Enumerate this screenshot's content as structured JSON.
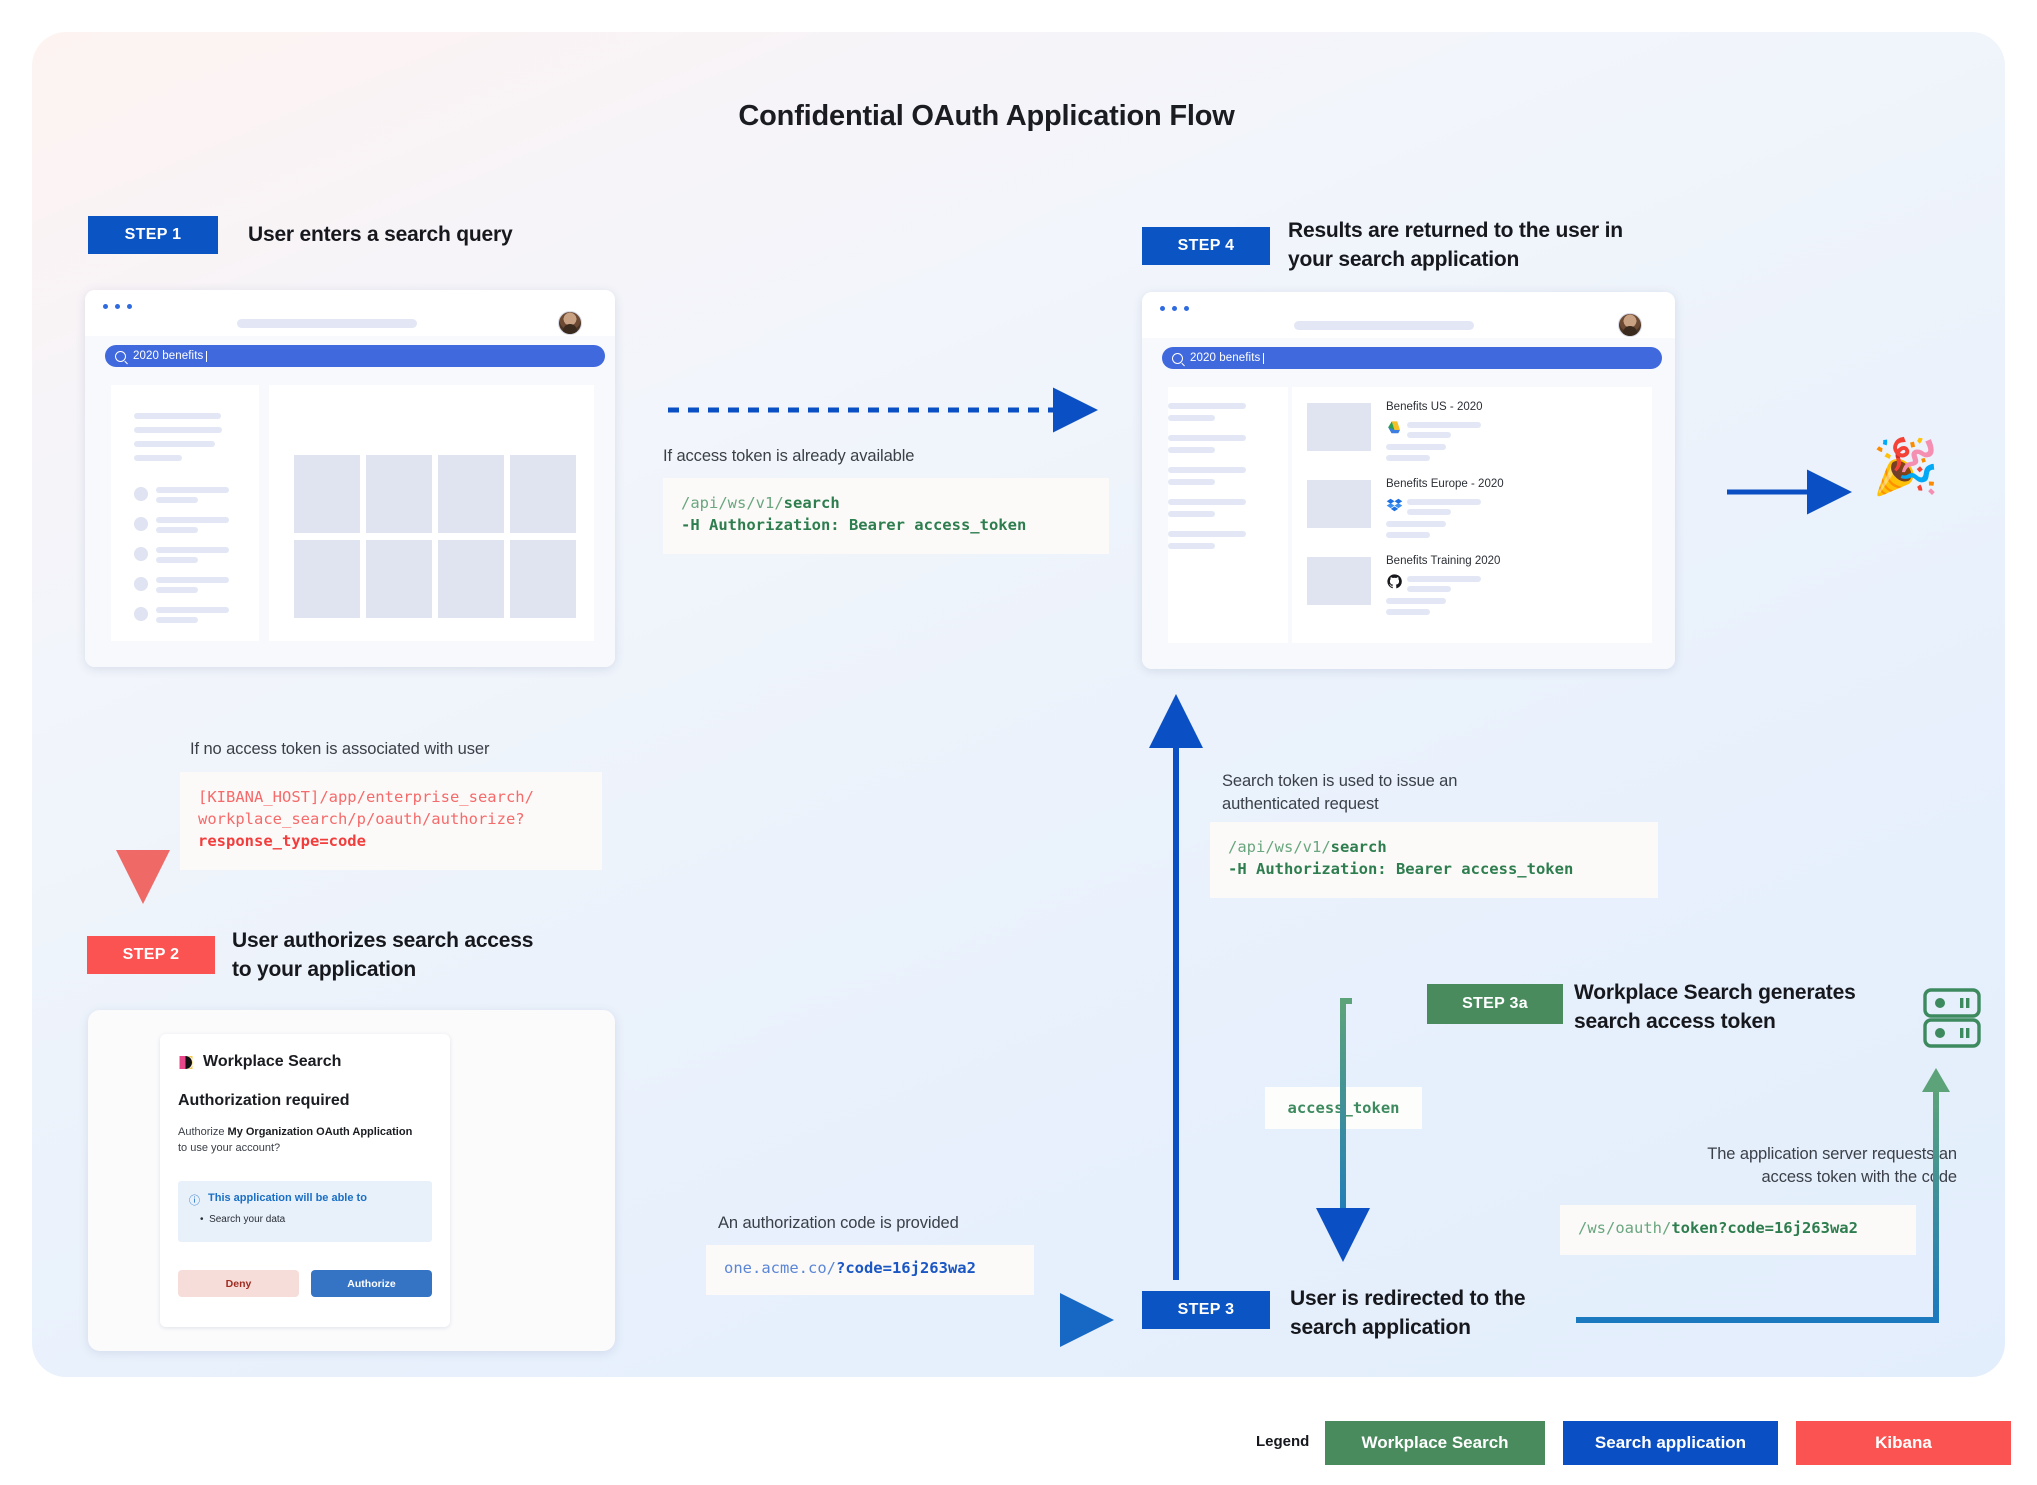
{
  "title": "Confidential OAuth Application Flow",
  "steps": {
    "step1": {
      "badge": "STEP 1",
      "title": "User enters a search query"
    },
    "step2": {
      "badge": "STEP 2",
      "title": "User authorizes search access\nto your application"
    },
    "step3": {
      "badge": "STEP 3",
      "title": "User is redirected to the\nsearch application"
    },
    "step3a": {
      "badge": "STEP 3a",
      "title": "Workplace Search generates\nsearch access token"
    },
    "step4": {
      "badge": "STEP 4",
      "title": "Results are returned to the user in\nyour search application"
    }
  },
  "search": {
    "query": "2020 benefits",
    "icon": "search-icon"
  },
  "results": [
    {
      "title": "Benefits US - 2020",
      "source_icon": "google-drive-icon"
    },
    {
      "title": "Benefits Europe - 2020",
      "source_icon": "dropbox-icon"
    },
    {
      "title": "Benefits Training 2020",
      "source_icon": "github-icon"
    }
  ],
  "callouts": {
    "token_available": {
      "note": "If access token is already available",
      "code_line1_dim": "/api/ws/v1/",
      "code_line1_strong": "search",
      "code_line2": "-H Authorization: Bearer access_token"
    },
    "no_token": {
      "note": "If no access token is associated with user",
      "code_line1": "[KIBANA_HOST]/app/enterprise_search/",
      "code_line2": "workplace_search/p/oauth/authorize?",
      "code_line3_strong": "response_type=code"
    },
    "auth_code": {
      "note": "An authorization code is provided",
      "code_dim": "one.acme.co/",
      "code_strong": "?code=16j263wa2"
    },
    "request_token": {
      "note": "The application server requests an\naccess token with the code",
      "code_dim": "/ws/oauth/",
      "code_strong": "token?code=16j263wa2"
    },
    "search_token": {
      "note": "Search token is used to issue an\nauthenticated request",
      "code_line1_dim": "/api/ws/v1/",
      "code_line1_strong": "search",
      "code_line2": "-H Authorization: Bearer access_token"
    },
    "access_token_label": "access_token"
  },
  "auth_dialog": {
    "brand": "Workplace Search",
    "brand_icon": "workplace-search-logo",
    "heading": "Authorization required",
    "body_pre": "Authorize ",
    "body_strong": "My Organization OAuth Application",
    "body_post": " to use your account?",
    "info_icon": "info-circle-icon",
    "info_title": "This application will be able to",
    "info_items": [
      "Search your data"
    ],
    "deny_label": "Deny",
    "authorize_label": "Authorize"
  },
  "server_icon": "server-rack-icon",
  "celebration_icon": "party-popper-emoji",
  "legend": {
    "label": "Legend",
    "items": [
      {
        "label": "Workplace Search",
        "color": "#4A8B5E"
      },
      {
        "label": "Search application",
        "color": "#0B4FC4"
      },
      {
        "label": "Kibana",
        "color": "#FB5252"
      }
    ]
  },
  "colors": {
    "blue": "#0B54C4",
    "red": "#FB5252",
    "green": "#4A8B5E",
    "code_green": "#2e7d4f",
    "code_red": "#f23d3d",
    "code_blue": "#1a56c4"
  }
}
